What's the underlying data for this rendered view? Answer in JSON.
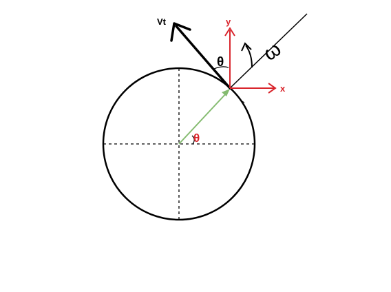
{
  "labels": {
    "velocity": "Vt",
    "y_axis": "y",
    "x_axis": "x",
    "theta_top": "θ",
    "theta_center": "θ",
    "omega": "ω"
  },
  "colors": {
    "background": "#ffffff",
    "ink": "#000000",
    "axis_red": "#d9252c",
    "radius_green": "#84bb6f"
  }
}
